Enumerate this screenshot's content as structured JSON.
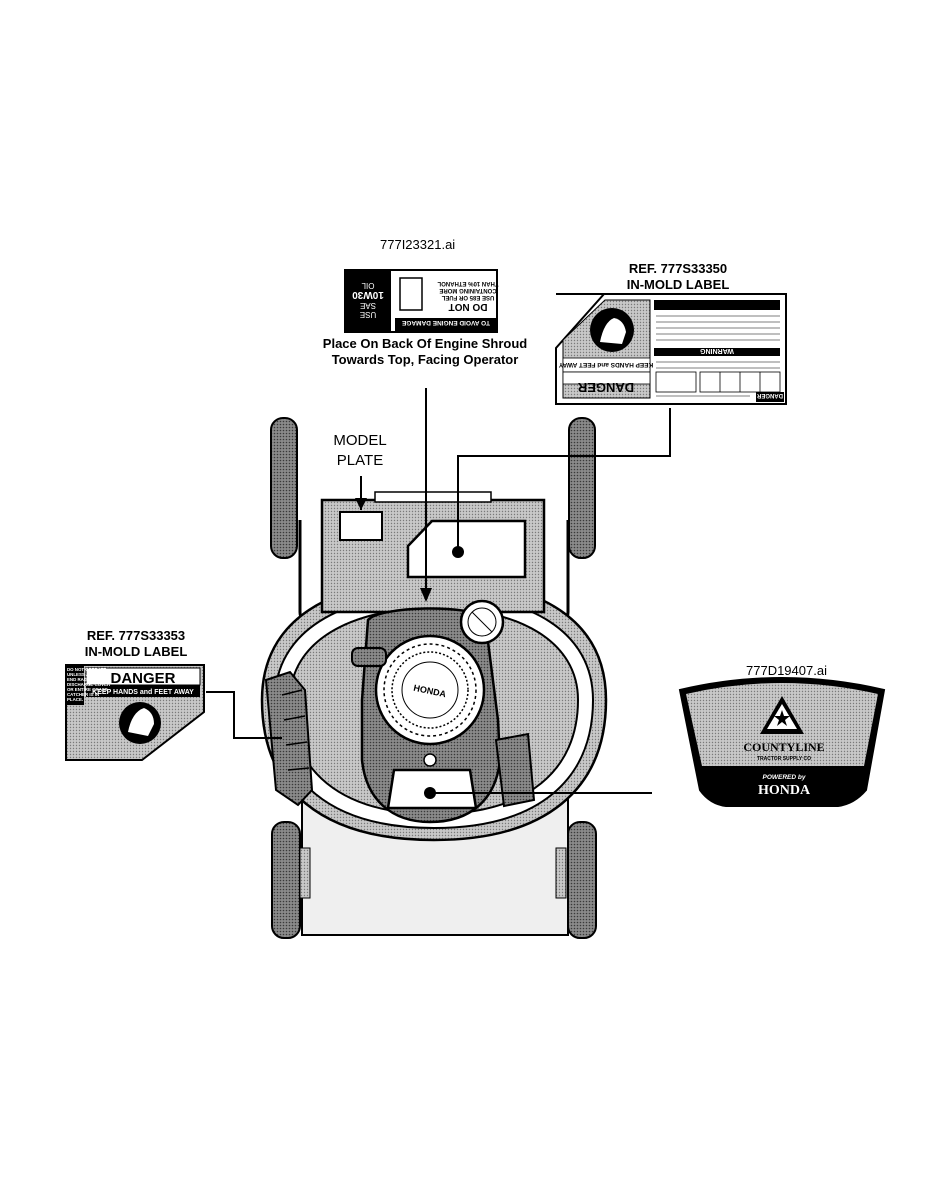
{
  "labels": {
    "oil_label_file": "777I23321.ai",
    "oil_placement_line1": "Place On Back Of Engine Shroud",
    "oil_placement_line2": "Towards Top, Facing Operator",
    "ref_right_line1": "REF. 777S33350",
    "ref_right_line2": "IN-MOLD LABEL",
    "model_plate_line1": "MODEL",
    "model_plate_line2": "PLATE",
    "ref_left_line1": "REF. 777S33353",
    "ref_left_line2": "IN-MOLD LABEL",
    "badge_file": "777D19407.ai"
  },
  "oil_decal": {
    "left_line1": "USE",
    "left_line2": "SAE",
    "left_line3": "10W30",
    "left_line4": "OIL",
    "right_line1": "DO NOT",
    "right_line2": "USE E85 OR FUEL",
    "right_line3": "CONTAINING MORE",
    "right_line4": "THAN 10% ETHANOL",
    "footer": "TO AVOID ENGINE DAMAGE"
  },
  "right_decal": {
    "danger_word": "DANGER",
    "warning_word": "WARNING",
    "keep_text": "KEEP HANDS and FEET AWAY"
  },
  "left_decal": {
    "danger_word": "DANGER",
    "keep_text": "KEEP HANDS and FEET AWAY",
    "side_text_1": "DO NOT OPERATE",
    "side_text_2": "UNLESS AN",
    "side_text_3": "END RAISED",
    "side_text_4": "DISCHARGE COVER",
    "side_text_5": "OR ENTIRE GRASS",
    "side_text_6": "CATCHER IS IN",
    "side_text_7": "PLACE."
  },
  "engine": {
    "brand": "HONDA"
  },
  "badge": {
    "brand": "COUNTYLINE",
    "tagline": "TRACTOR SUPPLY CO",
    "powered_by": "POWERED by",
    "engine_brand": "HONDA"
  },
  "colors": {
    "ink": "#000000",
    "gray_fill": "#a8a8a8",
    "light_gray": "#d4d4d4",
    "dark_gray": "#5a5a5a"
  }
}
